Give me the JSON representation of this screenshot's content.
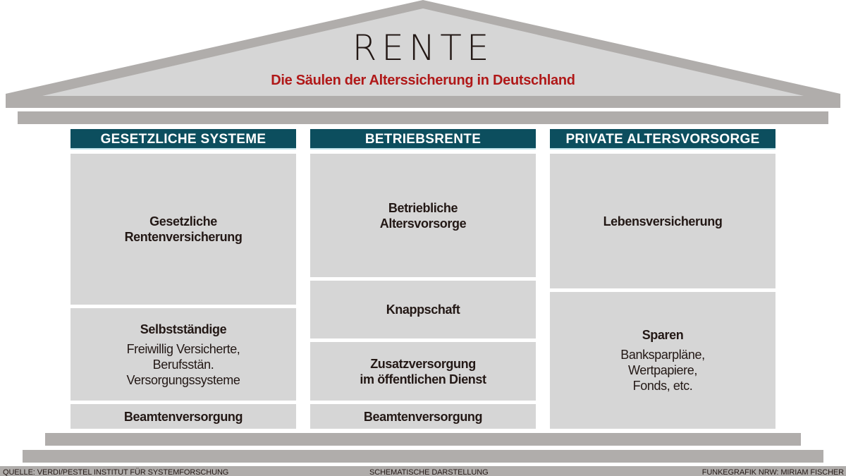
{
  "roof": {
    "title": "RENTE",
    "subtitle": "Die Säulen der Alterssicherung in Deutschland"
  },
  "colors": {
    "roof_outline": "#b0adab",
    "roof_fill": "#d6d6d6",
    "header_bg": "#0c4e5e",
    "header_text": "#ffffff",
    "cell_bg": "#d6d6d6",
    "subtitle": "#b01818",
    "text": "#231815"
  },
  "pillars": [
    {
      "header": "GESETZLICHE SYSTEME",
      "cells": [
        {
          "title": "Gesetzliche Rentenversicherung",
          "title_lines": [
            "Gesetzliche",
            "Rentenversicherung"
          ]
        },
        {
          "title": "Selbstständige",
          "detail_lines": [
            "Freiwillig Versicherte,",
            "Berufsstän.",
            "Versorgungssysteme"
          ]
        },
        {
          "title": "Beamtenversorgung"
        }
      ]
    },
    {
      "header": "BETRIEBSRENTE",
      "cells": [
        {
          "title": "Betriebliche Altersvorsorge",
          "title_lines": [
            "Betriebliche",
            "Altersvorsorge"
          ]
        },
        {
          "title": "Knappschaft"
        },
        {
          "title": "Zusatzversorgung im öffentlichen Dienst",
          "title_lines": [
            "Zusatzversorgung",
            "im öffentlichen Dienst"
          ]
        },
        {
          "title": "Beamtenversorgung"
        }
      ]
    },
    {
      "header": "PRIVATE ALTERSVORSORGE",
      "cells": [
        {
          "title": "Lebensversicherung"
        },
        {
          "title": "Sparen",
          "detail_lines": [
            "Banksparpläne,",
            "Wertpapiere,",
            "Fonds, etc."
          ]
        }
      ]
    }
  ],
  "footer": {
    "source": "QUELLE: VERDI/PESTEL INSTITUT FÜR SYSTEMFORSCHUNG",
    "note": "SCHEMATISCHE DARSTELLUNG",
    "credit": "FUNKEGRAFIK NRW: MIRIAM FISCHER"
  }
}
